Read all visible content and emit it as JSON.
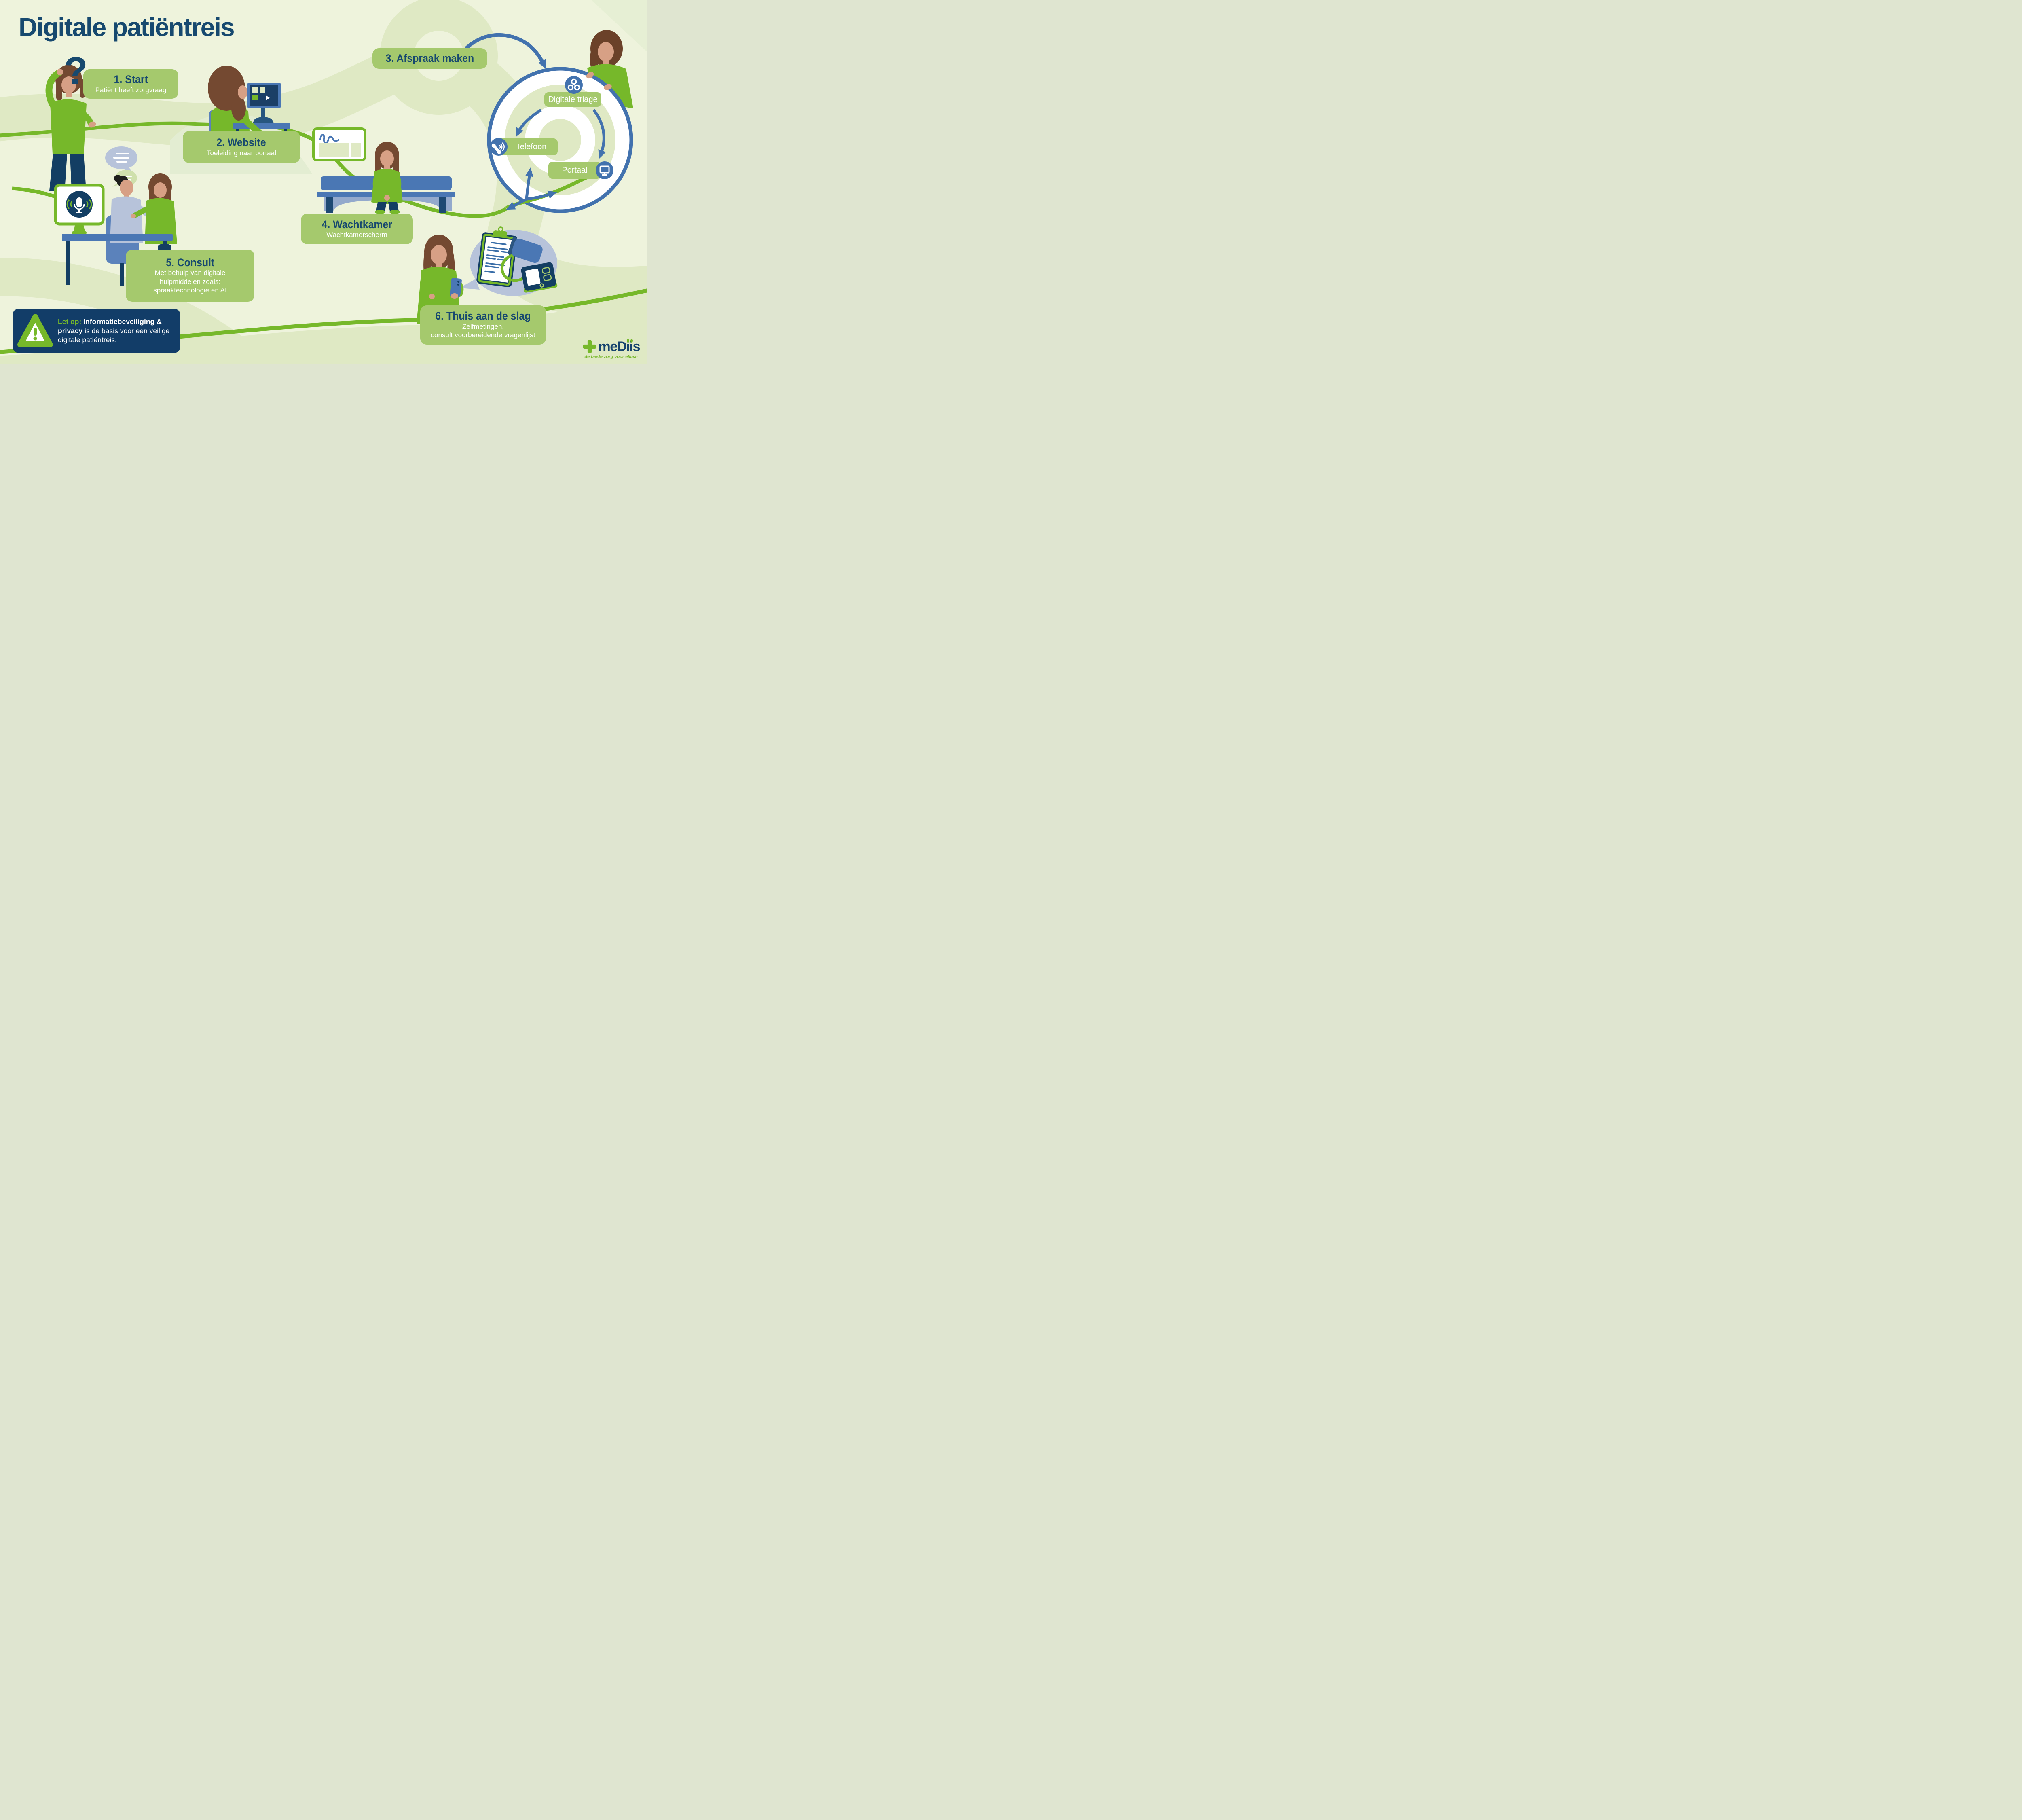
{
  "title": "Digitale patiëntreis",
  "start_question_mark": "?",
  "steps": [
    {
      "title": "1. Start",
      "subtitle_lines": [
        "Patiënt heeft zorgvraag"
      ]
    },
    {
      "title": "2. Website",
      "subtitle_lines": [
        "Toeleiding naar portaal"
      ]
    },
    {
      "title": "3. Afspraak maken",
      "subtitle_lines": []
    },
    {
      "title": "4. Wachtkamer",
      "subtitle_lines": [
        "Wachtkamerscherm"
      ]
    },
    {
      "title": "5. Consult",
      "subtitle_lines": [
        "Met behulp van digitale",
        "hulpmiddelen zoals:",
        "spraaktechnologie en AI"
      ]
    },
    {
      "title": "6. Thuis aan de slag",
      "subtitle_lines": [
        "Zelfmetingen,",
        "consult voorbereidende vragenlijst"
      ]
    }
  ],
  "appointment_options": [
    {
      "label": "Digitale triage",
      "icon": "triage-icon"
    },
    {
      "label": "Telefoon",
      "icon": "phone-icon"
    },
    {
      "label": "Portaal",
      "icon": "monitor-icon"
    }
  ],
  "warning": {
    "prefix": "Let op:",
    "bold": "Informatiebeveiliging & privacy",
    "rest": "is de basis voor een veilige digitale patiëntreis."
  },
  "logo": {
    "brand_parts": [
      "meD",
      "ii",
      "s"
    ],
    "tagline": "de beste zorg voor elkaar"
  },
  "colors": {
    "background": "#eef3dc",
    "road": "#dfe9c4",
    "label_green": "#a5c96d",
    "accent_green": "#76b82a",
    "navy": "#17496f",
    "blue": "#4a77b4",
    "bubble_grey": "#b7c3da"
  }
}
